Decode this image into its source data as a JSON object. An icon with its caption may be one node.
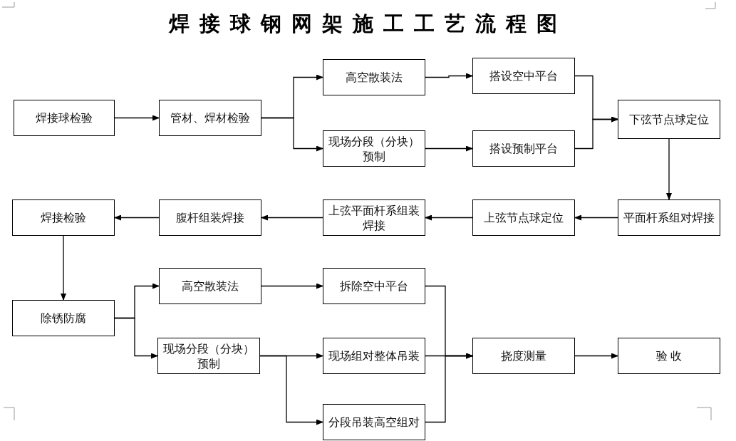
{
  "diagram": {
    "title": "焊接球钢网架施工工艺流程图",
    "nodes": [
      {
        "text": [
          "焊接球检验"
        ]
      },
      {
        "text": [
          "管材、焊材检验"
        ]
      },
      {
        "text": [
          "高空散装法"
        ]
      },
      {
        "text": [
          "现场分段（分块）预制"
        ]
      },
      {
        "text": [
          "搭设空中平台"
        ]
      },
      {
        "text": [
          "搭设预制平台"
        ]
      },
      {
        "text": [
          "下弦节点球定位"
        ]
      },
      {
        "text": [
          "平面杆系组对焊接"
        ]
      },
      {
        "text": [
          "上弦节点球定位"
        ]
      },
      {
        "text": [
          "上弦平面杆系组装焊接"
        ]
      },
      {
        "text": [
          "腹杆组装焊接"
        ]
      },
      {
        "text": [
          "焊接检验"
        ]
      },
      {
        "text": [
          "除锈防腐"
        ]
      },
      {
        "text": [
          "高空散装法"
        ]
      },
      {
        "text": [
          "现场分段（分块）预制"
        ]
      },
      {
        "text": [
          "拆除空中平台"
        ]
      },
      {
        "text": [
          "现场组对整体吊装"
        ]
      },
      {
        "text": [
          "分段吊装高空组对"
        ]
      },
      {
        "text": [
          "挠度测量"
        ]
      },
      {
        "text": [
          "验 收"
        ]
      }
    ],
    "edges": [
      {
        "from": 0,
        "to": 1,
        "arrow": "to"
      },
      {
        "from": 1,
        "to": 2,
        "arrow": "to"
      },
      {
        "from": 1,
        "to": 3,
        "arrow": "to"
      },
      {
        "from": 2,
        "to": 4,
        "arrow": "to"
      },
      {
        "from": 3,
        "to": 5,
        "arrow": "to"
      },
      {
        "from": 4,
        "to": 6,
        "arrow": "to"
      },
      {
        "from": 5,
        "to": 6,
        "arrow": "to"
      },
      {
        "from": 6,
        "to": 7,
        "arrow": "to"
      },
      {
        "from": 7,
        "to": 8,
        "arrow": "to"
      },
      {
        "from": 8,
        "to": 9,
        "arrow": "to"
      },
      {
        "from": 9,
        "to": 10,
        "arrow": "to"
      },
      {
        "from": 10,
        "to": 11,
        "arrow": "to"
      },
      {
        "from": 11,
        "to": 12,
        "arrow": "to"
      },
      {
        "from": 12,
        "to": 13,
        "arrow": "to"
      },
      {
        "from": 12,
        "to": 14,
        "arrow": "to"
      },
      {
        "from": 13,
        "to": 15,
        "arrow": "to"
      },
      {
        "from": 14,
        "to": 16,
        "arrow": "to"
      },
      {
        "from": 14,
        "to": 17,
        "arrow": "to"
      },
      {
        "from": 15,
        "to": 18,
        "arrow": "to"
      },
      {
        "from": 16,
        "to": 18,
        "arrow": "to"
      },
      {
        "from": 17,
        "to": 18,
        "arrow": "to"
      },
      {
        "from": 18,
        "to": 19,
        "arrow": "to"
      }
    ]
  }
}
